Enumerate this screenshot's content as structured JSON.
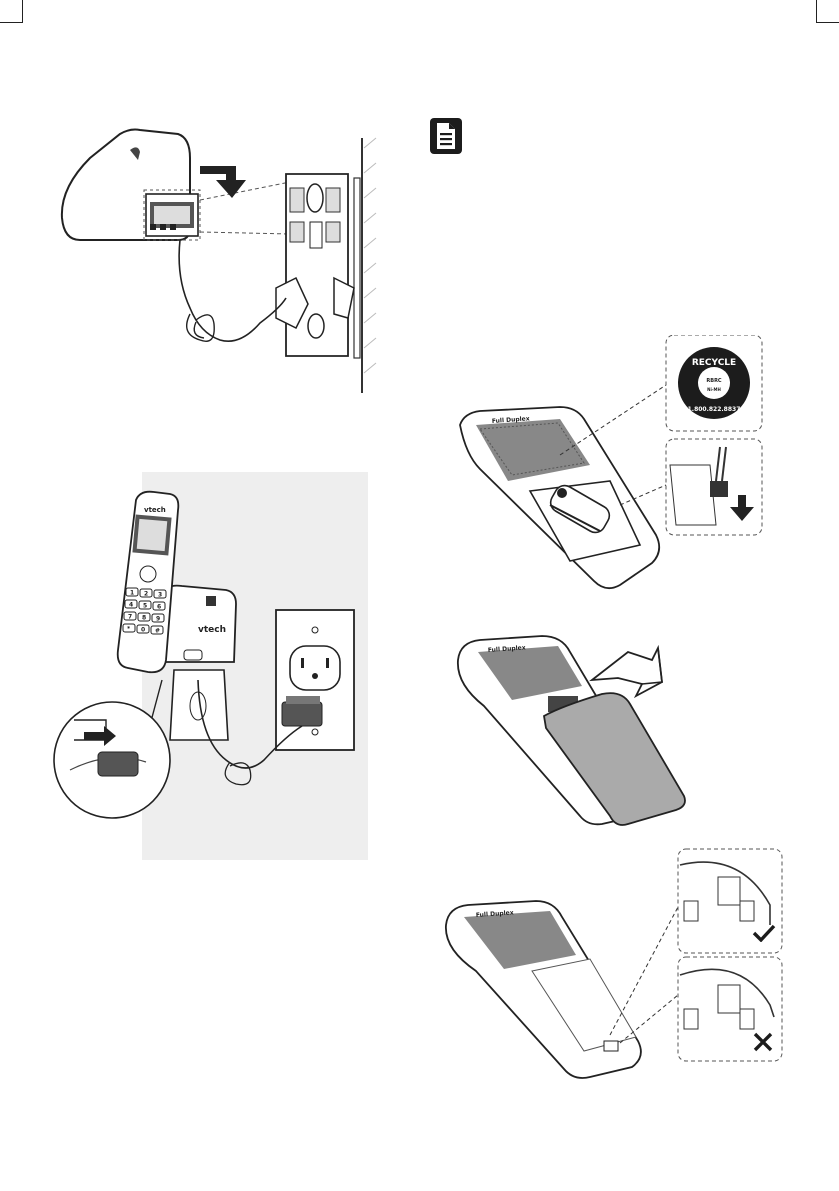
{
  "brand": "vtech",
  "handset_back_label": "Full Duplex",
  "recycle_seal": {
    "word": "RECYCLE",
    "phone": "1.800.822.8837",
    "org": "RBRC",
    "chem": "Ni-MH"
  },
  "keypad": [
    "1",
    "2",
    "3",
    "4",
    "5",
    "6",
    "7",
    "8",
    "9",
    "*",
    "0",
    "#"
  ],
  "icons": {
    "note": "note-icon",
    "check": "check-icon",
    "cross": "cross-icon",
    "arrow": "arrow-icon"
  }
}
